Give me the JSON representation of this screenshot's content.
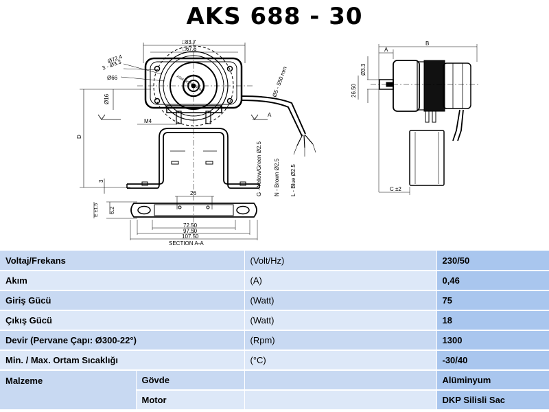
{
  "title": "AKS 688 - 30",
  "drawing": {
    "front_dims": {
      "d1": "□83.7",
      "d2": "□67.6",
      "d3": "Ø72.4",
      "d4": "3 - Ø3.3",
      "d5": "Ø66",
      "d6": "Ø16",
      "d7": "D",
      "d8": "M4",
      "d9": "3",
      "d10": "Ø5 - 550 mm",
      "logo": "ASIA MOTOR FAN"
    },
    "wires": [
      "G - Yellow/Green Ø2.5",
      "N - Brown Ø2.5",
      "L - Blue Ø2.5"
    ],
    "section": {
      "d1": "26",
      "d2": "6.2",
      "d3": "E ±1.5",
      "d4": "72.50",
      "d5": "97.50",
      "d6": "107.50",
      "label": "SECTION A-A"
    },
    "side_dims": {
      "b": "B",
      "a": "A",
      "d1": "Ø3.3",
      "d2": "26.50",
      "c": "C ±2"
    },
    "arrow_label": "A"
  },
  "specs": [
    {
      "label": "Voltaj/Frekans",
      "unit": "(Volt/Hz)",
      "value": "230/50"
    },
    {
      "label": "Akım",
      "unit": "(A)",
      "value": "0,46"
    },
    {
      "label": "Giriş Gücü",
      "unit": "(Watt)",
      "value": "75"
    },
    {
      "label": "Çıkış Gücü",
      "unit": "(Watt)",
      "value": "18"
    },
    {
      "label": "Devir  (Pervane Çapı: Ø300-22°)",
      "unit": "(Rpm)",
      "value": "1300"
    },
    {
      "label": "Min. / Max. Ortam Sıcaklığı",
      "unit": "(°C)",
      "value": "-30/40"
    }
  ],
  "material": {
    "label": "Malzeme",
    "rows": [
      {
        "part": "Gövde",
        "value": "Alüminyum"
      },
      {
        "part": "Motor",
        "value": "DKP Silisli Sac"
      }
    ]
  }
}
